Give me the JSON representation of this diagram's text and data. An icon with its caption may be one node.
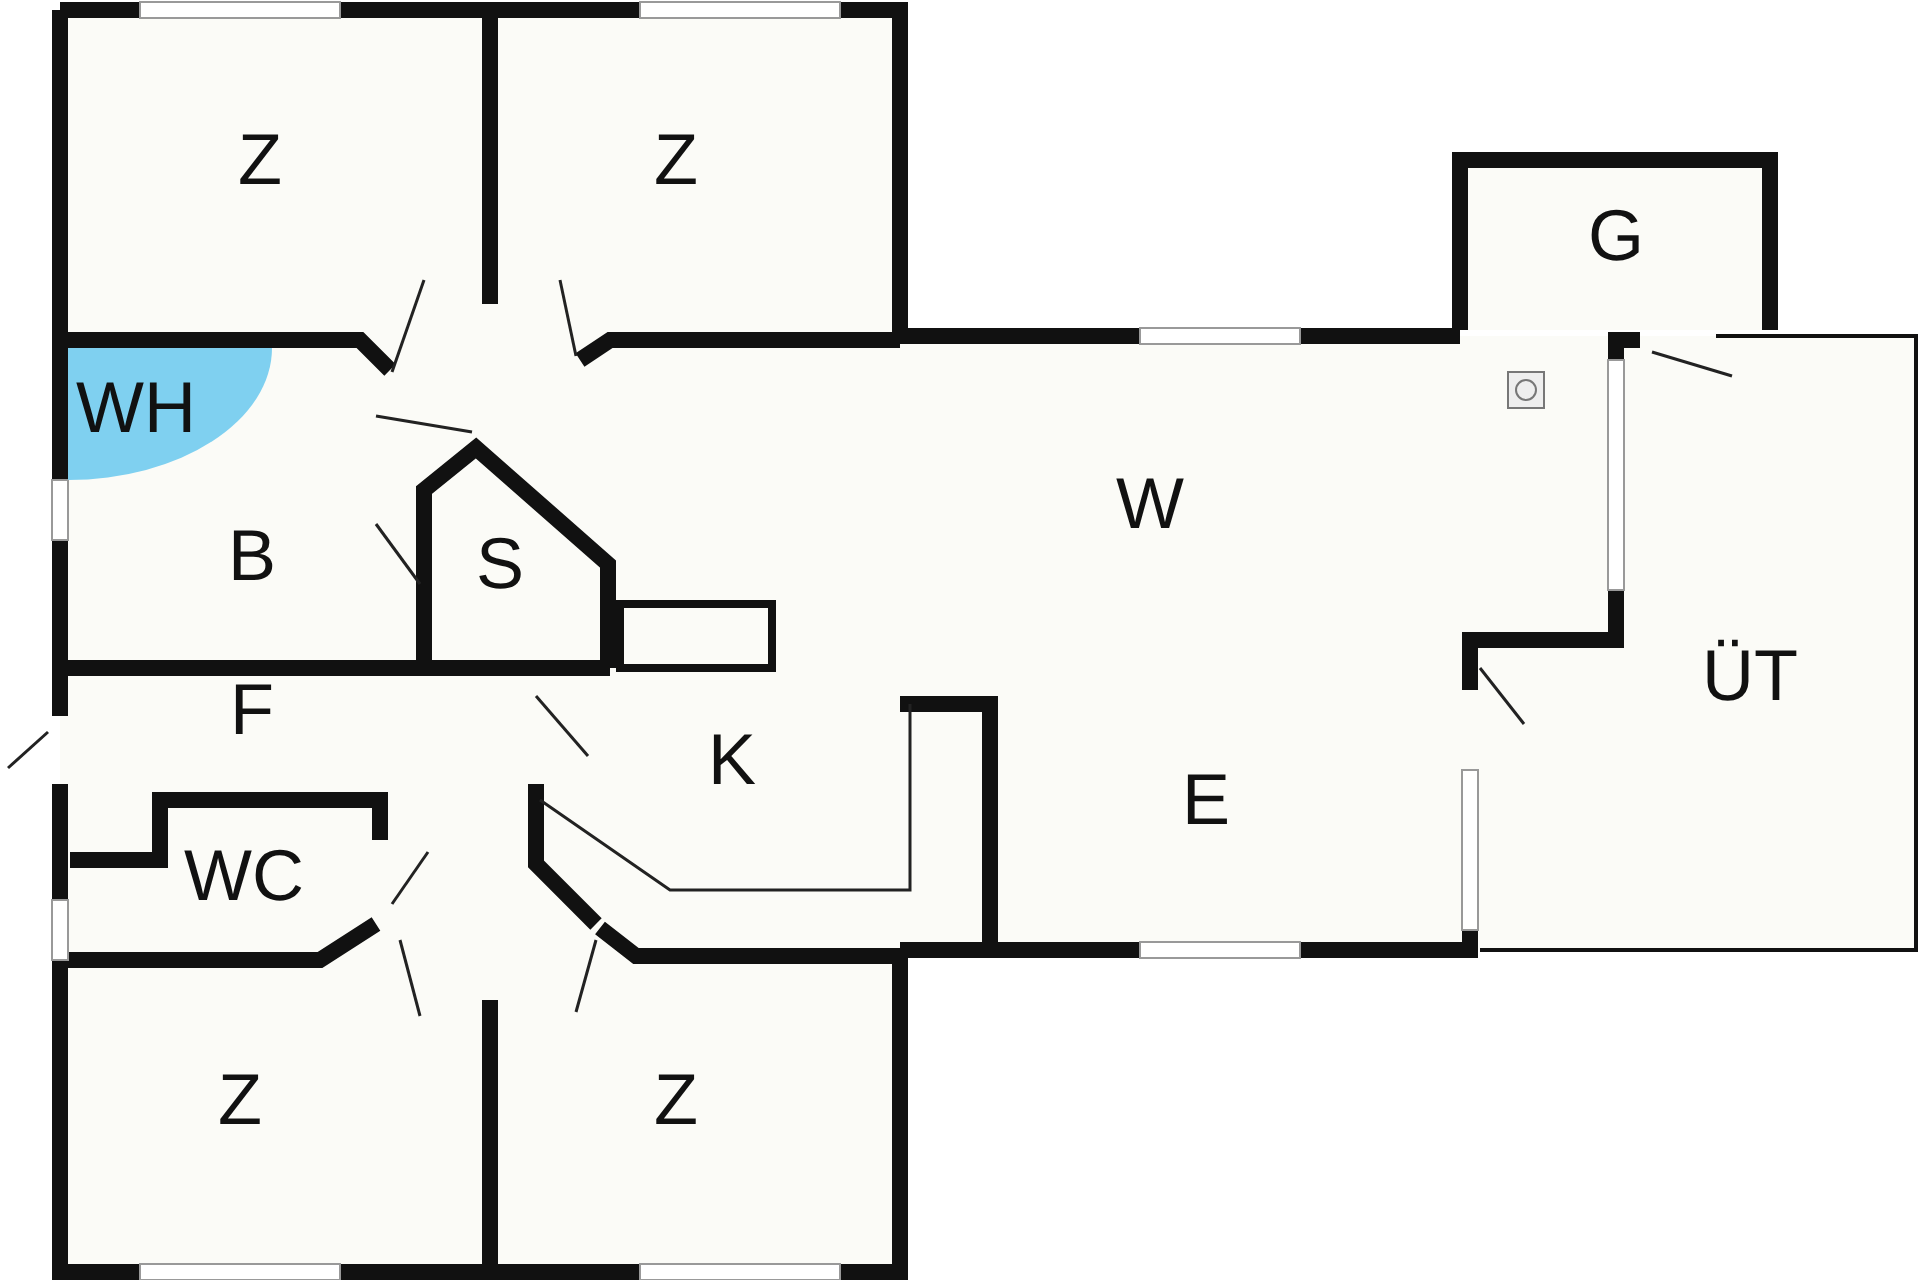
{
  "diagram": {
    "nodes": [
      {
        "text": [
          "Z"
        ]
      },
      {
        "text": [
          "Z"
        ]
      },
      {
        "text": [
          "G"
        ]
      },
      {
        "text": [
          "B"
        ]
      },
      {
        "text": [
          "WH"
        ]
      },
      {
        "text": [
          "S"
        ]
      },
      {
        "text": [
          "W",
          "E"
        ]
      },
      {
        "text": [
          "ÜT"
        ]
      },
      {
        "text": [
          "F"
        ]
      },
      {
        "text": [
          "K"
        ]
      },
      {
        "text": [
          "WC"
        ],
        "in": 8
      },
      {
        "text": [
          "Z"
        ]
      },
      {
        "text": [
          "Z"
        ]
      }
    ]
  }
}
